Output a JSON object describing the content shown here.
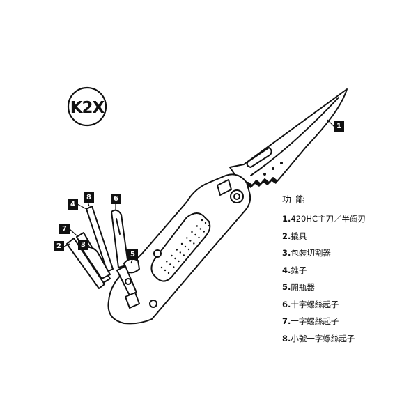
{
  "badge": {
    "label": "K2X"
  },
  "callouts": [
    "1",
    "2",
    "3",
    "4",
    "5",
    "6",
    "7",
    "8"
  ],
  "features": {
    "heading": "功 能",
    "items": [
      {
        "num": "1.",
        "text": "420HC主刀／半齒刃"
      },
      {
        "num": "2.",
        "text": "撬具"
      },
      {
        "num": "3.",
        "text": "包裝切割器"
      },
      {
        "num": "4.",
        "text": "錐子"
      },
      {
        "num": "5.",
        "text": "開瓶器"
      },
      {
        "num": "6.",
        "text": "十字螺絲起子"
      },
      {
        "num": "7.",
        "text": "一字螺絲起子"
      },
      {
        "num": "8.",
        "text": "小號一字螺絲起子"
      }
    ]
  },
  "colors": {
    "ink": "#111111",
    "background": "#ffffff",
    "tag_text": "#ffffff"
  }
}
